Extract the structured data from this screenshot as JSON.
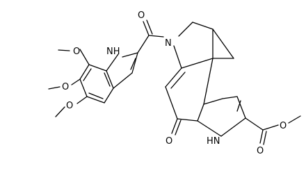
{
  "molecule": {
    "atoms": {
      "o_methoxy_top": "O",
      "o_methoxy_mid": "O",
      "o_methoxy_bot": "O",
      "nh_indole_left": "NH",
      "o_amide": "O",
      "n_ring": "N",
      "o_ketone": "O",
      "hn_pyrrole": "HN",
      "o_ester_carbonyl": "O",
      "o_ester_ether": "O"
    }
  }
}
